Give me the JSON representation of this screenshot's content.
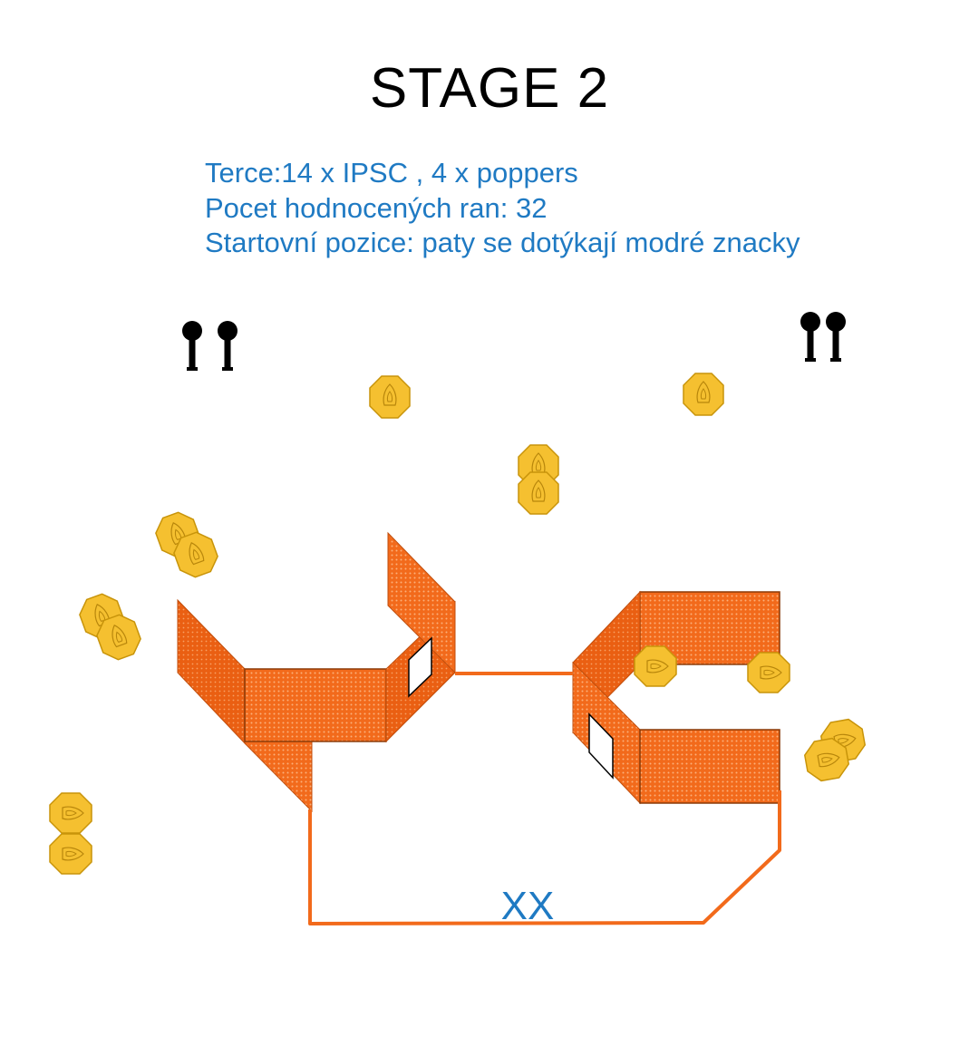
{
  "title": "STAGE 2",
  "info": {
    "targets": "Terce:14 x IPSC , 4 x poppers",
    "rounds": "Pocet hodnocených ran: 32",
    "start": "Startovní pozice: paty se dotýkají modré znacky"
  },
  "start_marker": "XX",
  "colors": {
    "text_blue": "#1f7ac3",
    "wall_orange": "#f26a1b",
    "wall_orange_dark": "#e85d10",
    "target_yellow": "#f5c030",
    "target_edge": "#c8940a",
    "target_inner": "#f9d96a",
    "popper_black": "#000000"
  },
  "legend_icons": {
    "ipsc_target": "ipsc-target-icon",
    "popper": "popper-icon",
    "wall": "wall-panel",
    "window": "window-opening"
  }
}
